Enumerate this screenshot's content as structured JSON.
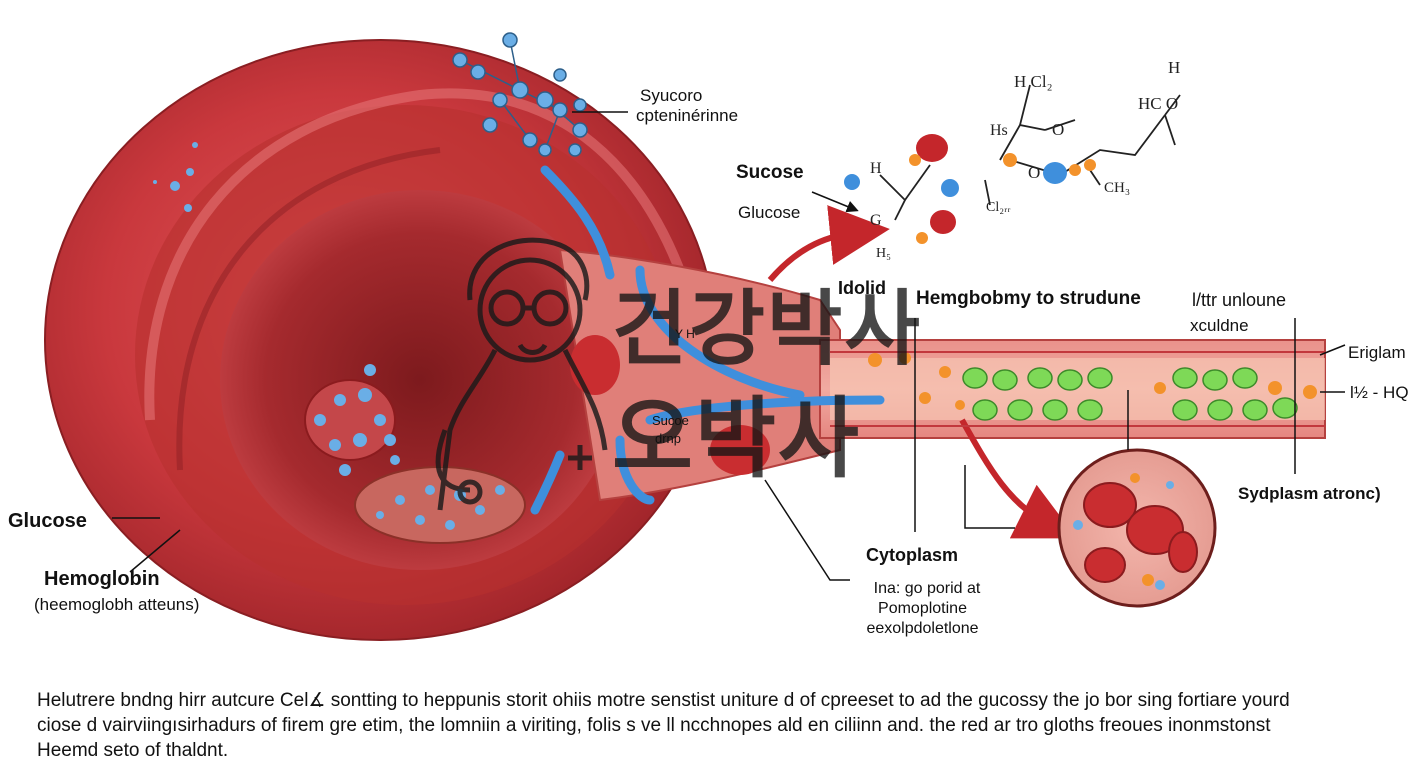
{
  "labels": {
    "syucoro": "Syucoro",
    "cpteninerinne": "cpteninérinne",
    "sucose_top": "Sucose",
    "glucose_top": "Glucose",
    "idolid": "Idolid",
    "hemgbobmy": "Hemgbobmy to strudune",
    "litr_unloune": "l/ttr unloune",
    "xculdne": "xculdne",
    "eriglam": "Eriglam",
    "hq_label": "l½ - HQ",
    "sydplasm": "Sydplasm atronc)",
    "cytoplasm": "Cytoplasm",
    "ina_go_porid": "Ina: go porid at",
    "pomoplotine": "Pomoplotine",
    "eexolpdoletlone": "eexolpdoletlone",
    "glucose_left": "Glucose",
    "hemoglobin": "Hemoglobin",
    "hemoglobin_sub": "(heemoglobh atteuns)",
    "sucoe": "Sucoe",
    "drnp": "drnp",
    "oh_small": "Y H"
  },
  "chem": {
    "h_cl2": "H   Cl₂",
    "h_top": "H",
    "hc_o": "HC       O",
    "h_s": "Hs",
    "o_1": "O",
    "o_2": "O",
    "h_left": "H",
    "g_left": "G",
    "h5": "H₅",
    "cl_rr": "Cl₂ᵣᵣ",
    "ch3": "CH₃"
  },
  "watermark": {
    "line1": "건강박사",
    "line2": "오박사"
  },
  "caption": {
    "line1": "Helutrere bndng hirr autcure  Cel∡ sontting to heppunis storit ohiis motre senstist uniture d of cpreeset to ad the gucossy the jo bor sing fortiare yourd",
    "line2": "ciose d vairviingısirhadurs of firem gre etim, the lomniin a viriting, folis s ve ll ncchnopes ald en ciliinn and. the red ar tro gloths freoues inonmstonst",
    "line3": "Heemd seto of thaldnt."
  },
  "colors": {
    "cell_red": "#c9383d",
    "cell_dark": "#7a1417",
    "vessel_pink": "#e8908a",
    "arrow_blue": "#3f8fdc",
    "arrow_red": "#c4262b",
    "molecule_blue": "#6aaee6",
    "green_cell": "#7ed957",
    "orange_atom": "#f3922b"
  }
}
